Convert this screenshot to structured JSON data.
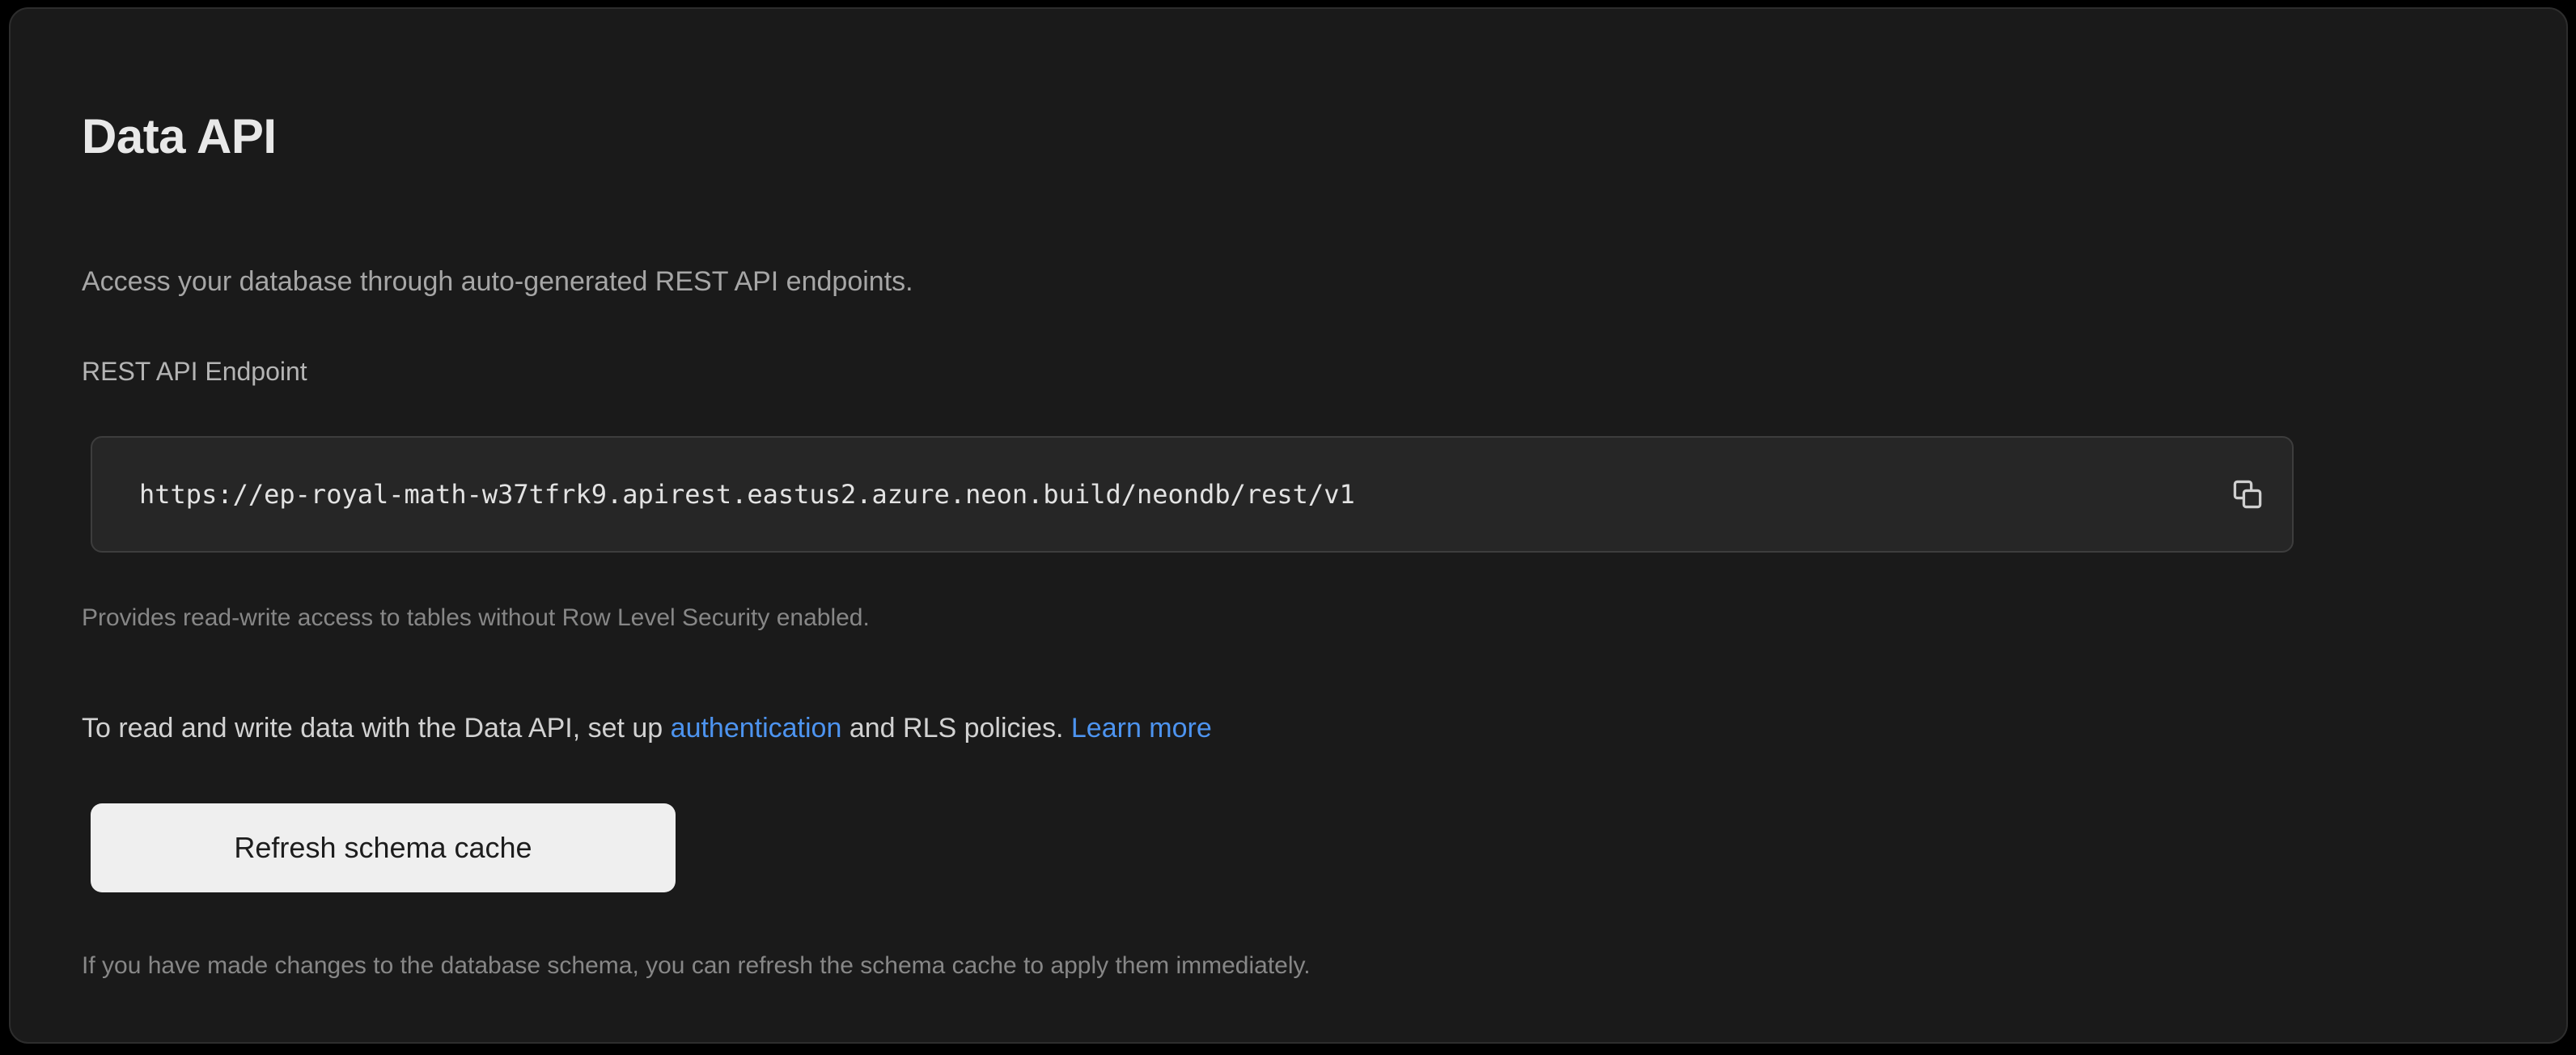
{
  "card": {
    "title": "Data API",
    "subtitle": "Access your database through auto-generated REST API endpoints.",
    "endpoint": {
      "label": "REST API Endpoint",
      "value": "https://ep-royal-math-w37tfrk9.apirest.eastus2.azure.neon.build/neondb/rest/v1",
      "placeholder": "https://",
      "copy_icon": "copy-icon",
      "hint": "Provides read-write access to tables without Row Level Security enabled."
    },
    "rls_note": {
      "text_before": "To read and write data with the Data API, set up ",
      "link_auth": "authentication",
      "text_middle": " and RLS policies. ",
      "link_learn_more": "Learn more"
    },
    "refresh": {
      "button_label": "Refresh schema cache",
      "footer": "If you have made changes to the database schema, you can refresh the schema cache to apply them immediately."
    }
  },
  "colors": {
    "page_background": "#000000",
    "card_background": "#1a1a1a",
    "card_border": "#2d2d2d",
    "input_background": "#262626",
    "input_border": "#3d3d3d",
    "title_text": "#e8e8e8",
    "body_text": "#d2d2d2",
    "muted_text": "#878787",
    "link": "#4d94f0",
    "button_background": "#efefef",
    "button_text": "#1d1d1d"
  }
}
